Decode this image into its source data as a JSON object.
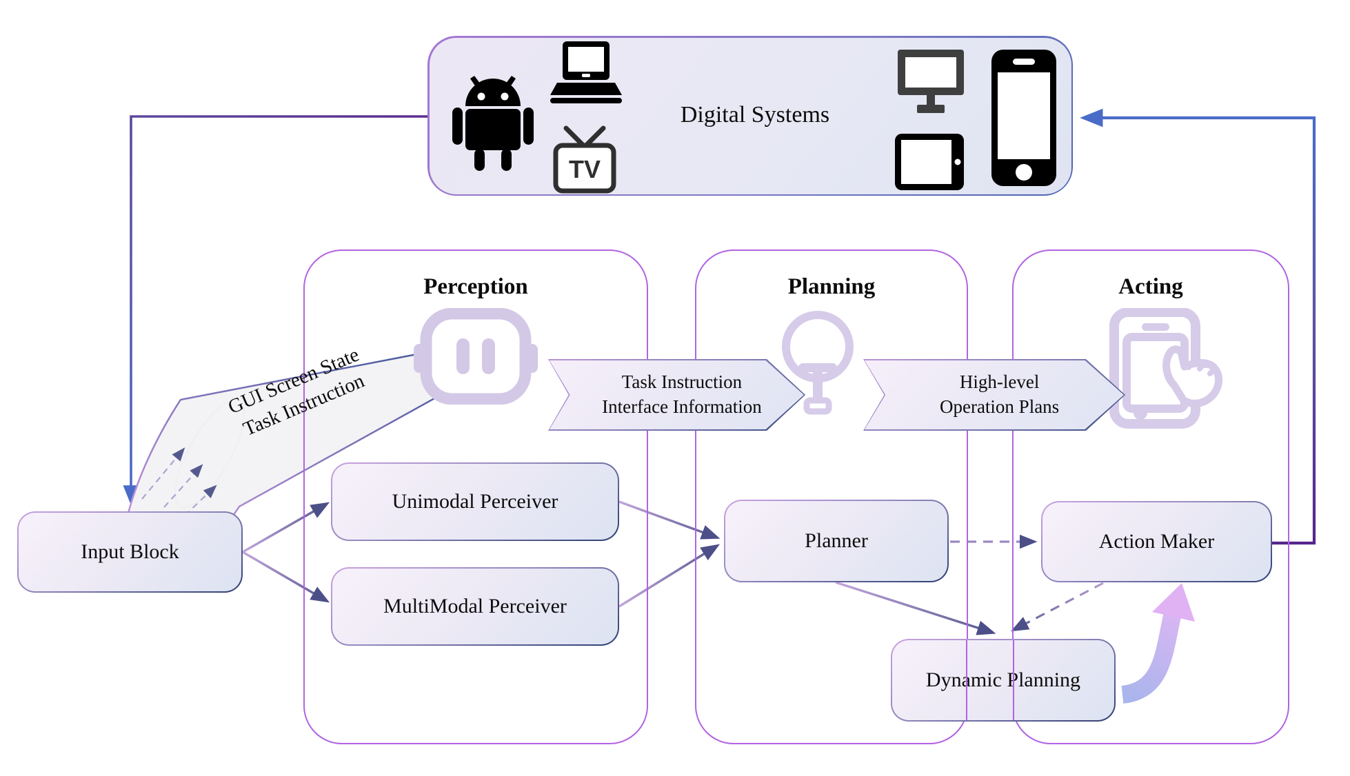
{
  "digital_systems": {
    "label": "Digital Systems",
    "tv_label": "TV",
    "device_icons": [
      "android-icon",
      "laptop-icon",
      "tv-icon",
      "monitor-icon",
      "tablet-icon",
      "smartphone-icon"
    ]
  },
  "panels": [
    {
      "title": "Perception",
      "icon": "robot-head-icon"
    },
    {
      "title": "Planning",
      "icon": "lightbulb-icon"
    },
    {
      "title": "Acting",
      "icon": "phone-touch-icon"
    }
  ],
  "nodes": {
    "input_block": {
      "label": "Input Block"
    },
    "unimodal": {
      "label": "Unimodal Perceiver"
    },
    "multimodal": {
      "label": "MultiModal Perceiver"
    },
    "planner": {
      "label": "Planner"
    },
    "action_maker": {
      "label": "Action Maker"
    },
    "dynamic_planning": {
      "label": "Dynamic Planning"
    }
  },
  "flow_banners": [
    {
      "lines": [
        "Task Instruction",
        "Interface Information"
      ]
    },
    {
      "lines": [
        "High-level",
        "Operation Plans"
      ]
    }
  ],
  "cone": {
    "lines": [
      "GUI Screen State",
      "Task Instruction"
    ]
  },
  "colors": {
    "panel_border": "#b163e2",
    "loop_purple": "#5b2d91",
    "loop_blue": "#4a6cc8",
    "arrow_dark": "#4c4f88",
    "arrow_light": "#c4a6dc",
    "icon_lavender": "#d3c8e6",
    "node_border_dark": "#2e3e72",
    "node_border_light": "#c9a3e0",
    "curved_arrow_tail": "#a9b5ec",
    "curved_arrow_head": "#e3b6f5"
  }
}
